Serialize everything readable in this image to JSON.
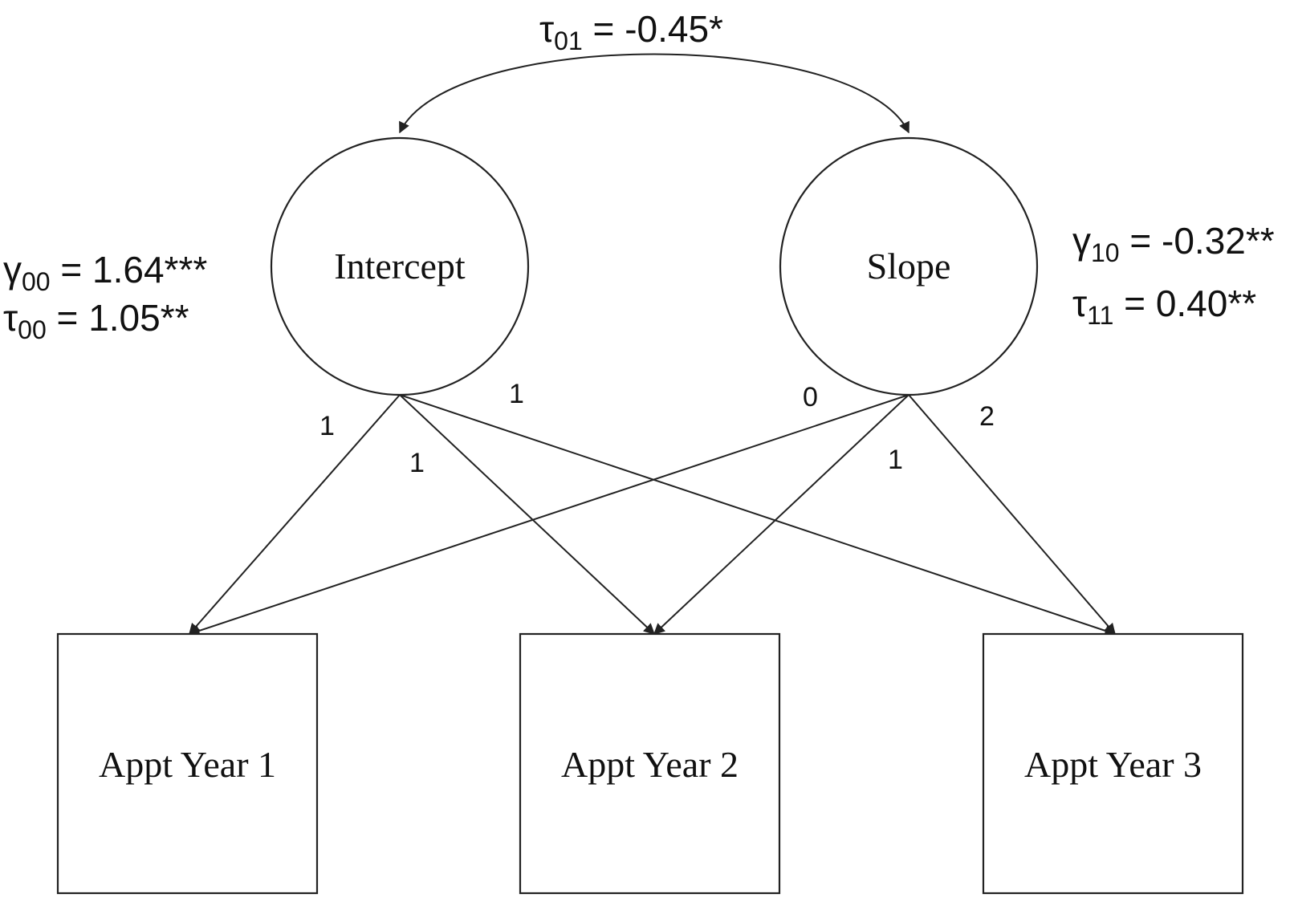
{
  "covariance": {
    "symbol": "τ",
    "sub": "01",
    "text": " = -0.45*"
  },
  "intercept": {
    "label": "Intercept",
    "mean": {
      "symbol": "γ",
      "sub": "00",
      "text": " = 1.64***"
    },
    "variance": {
      "symbol": "τ",
      "sub": "00",
      "text": " = 1.05**"
    }
  },
  "slope": {
    "label": "Slope",
    "mean": {
      "symbol": "γ",
      "sub": "10",
      "text": " = -0.32**"
    },
    "variance": {
      "symbol": "τ",
      "sub": "11",
      "text": " = 0.40**"
    }
  },
  "observed": [
    "Appt Year 1",
    "Appt Year 2",
    "Appt Year 3"
  ],
  "loadings": {
    "intercept": [
      "1",
      "1",
      "1"
    ],
    "slope": [
      "0",
      "1",
      "2"
    ]
  }
}
